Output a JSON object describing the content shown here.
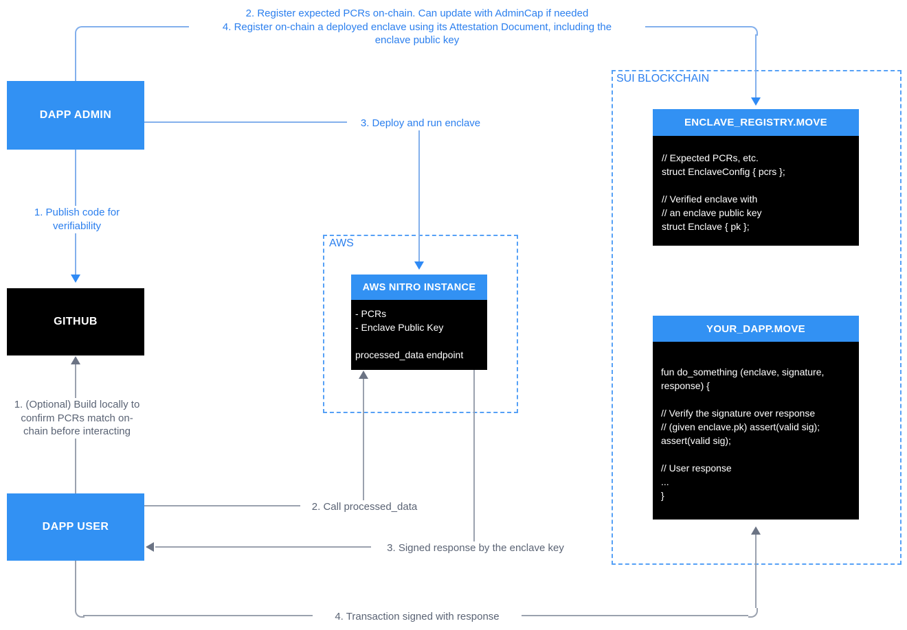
{
  "diagram_title": "Nautilus enclave registration and verification flow",
  "colors": {
    "node_blue": "#3291F3",
    "node_black": "#000000",
    "edge_blue_line": "#82AFEC",
    "edge_blue_arrow": "#2F8AF5",
    "edge_blue_text": "#2B7FEE",
    "edge_gray_line": "#9AA1AE",
    "edge_gray_arrow": "#6B7384",
    "edge_gray_text": "#5A6374",
    "group_dash_blue": "#55A0F6",
    "background": "#FFFFFF"
  },
  "nodes": {
    "dapp_admin": {
      "label": "DAPP ADMIN"
    },
    "github": {
      "label": "GITHUB"
    },
    "dapp_user": {
      "label": "DAPP USER"
    },
    "aws": {
      "label": "AWS"
    },
    "nitro": {
      "title": "AWS NITRO INSTANCE",
      "body": "- PCRs\n- Enclave Public Key\n\nprocessed_data endpoint"
    },
    "sui": {
      "label": "SUI BLOCKCHAIN"
    },
    "registry": {
      "title": "ENCLAVE_REGISTRY.MOVE",
      "body": "// Expected PCRs, etc.\nstruct EnclaveConfig { pcrs };\n\n// Verified enclave with\n// an enclave public key\nstruct Enclave { pk };"
    },
    "your_dapp": {
      "title": "YOUR_DAPP.MOVE",
      "body": "fun do_something (enclave, signature,\nresponse) {\n\n// Verify the signature over response\n// (given enclave.pk) assert(valid sig);\nassert(valid sig);\n\n// User response\n...\n}"
    }
  },
  "edges": {
    "register": "2. Register expected PCRs on-chain. Can update with AdminCap if needed\n4. Register on-chain a deployed enclave using its Attestation Document, including the\nenclave public key",
    "deploy": "3. Deploy and run enclave",
    "publish": "1. Publish code for verifiability",
    "optional_build": "1. (Optional) Build locally to confirm PCRs match on-chain before interacting",
    "call": "2. Call processed_data",
    "signed": "3. Signed response by the enclave key",
    "txn": "4. Transaction signed with response"
  }
}
